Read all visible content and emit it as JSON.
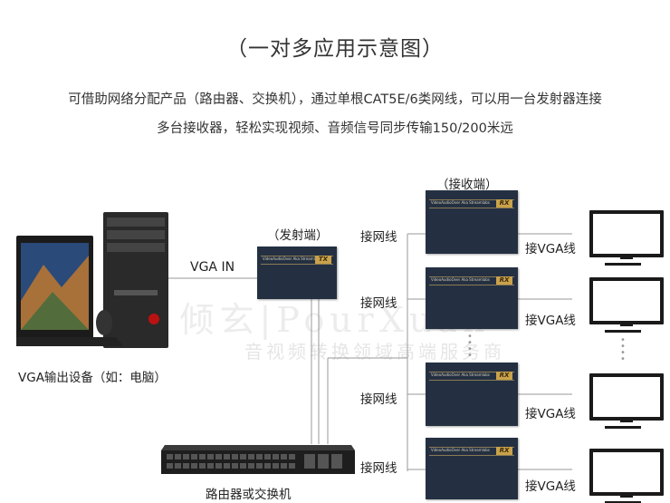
{
  "title": "（一对多应用示意图）",
  "description": {
    "line1": "可借助网络分配产品（路由器、交换机），通过单根CAT5E/6类网线，可以用一台发射器连接",
    "line2": "多台接收器，轻松实现视频、音频信号同步传输150/200米远"
  },
  "source": {
    "label": "VGA输出设备（如：电脑）",
    "connection_label": "VGA IN"
  },
  "transmitter": {
    "label": "（发射端）",
    "tag": "TX",
    "strip_text": "VideoAudioOver Aka Streamlabs"
  },
  "receivers": {
    "label": "（接收端）",
    "tag": "RX",
    "strip_text": "VideoAudioOver Aka Streamlabs",
    "network_label": "接网线",
    "output_label": "接VGA线"
  },
  "switch": {
    "label": "路由器或交换机"
  },
  "watermark": {
    "line1": "倾玄|PourXuan",
    "line2": "音视频转换领域高端服务商"
  },
  "colors": {
    "box": "#243042",
    "tag": "#c9a24a",
    "line": "#999999"
  }
}
